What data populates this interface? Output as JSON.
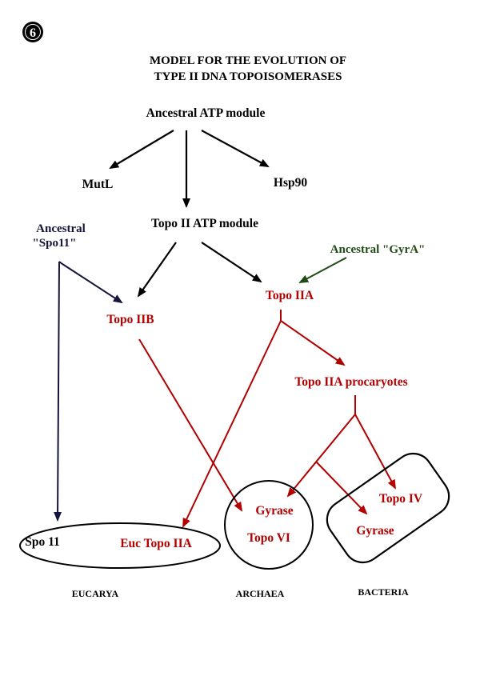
{
  "slide_number": "6",
  "title": {
    "line1": "MODEL FOR THE EVOLUTION OF",
    "line2": "TYPE II DNA TOPOISOMERASES"
  },
  "nodes": {
    "ancestral_atp": "Ancestral ATP module",
    "mutl": "MutL",
    "hsp90": "Hsp90",
    "topo2_atp": "Topo II ATP module",
    "spo11_ancestral_line1": "Ancestral",
    "spo11_ancestral_line2": "\"Spo11\"",
    "gyra_ancestral": "Ancestral \"GyrA\"",
    "topo2b": "Topo IIB",
    "topo2a": "Topo IIA",
    "topo2a_procaryotes": "Topo IIA procaryotes",
    "spo11": "Spo 11",
    "euc_topo2a": "Euc Topo IIA",
    "archaea_gyrase": "Gyrase",
    "archaea_topo6": "Topo VI",
    "bacteria_topo4": "Topo IV",
    "bacteria_gyrase": "Gyrase"
  },
  "domains": {
    "eucarya": "EUCARYA",
    "archaea": "ARCHAEA",
    "bacteria": "BACTERIA"
  },
  "colors": {
    "black": "#000000",
    "red": "#b30000",
    "navy": "#14143c",
    "green": "#1f4a14"
  }
}
